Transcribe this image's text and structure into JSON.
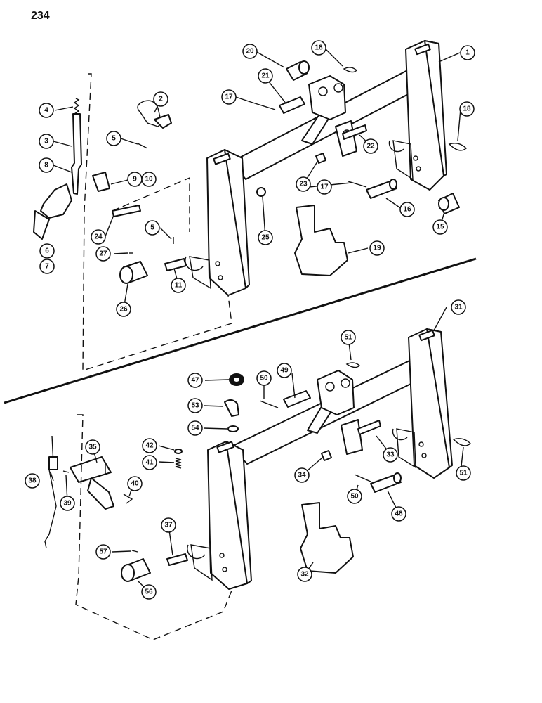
{
  "page_number": "234",
  "callouts": [
    "1",
    "2",
    "3",
    "4",
    "5",
    "5",
    "6",
    "7",
    "8",
    "9",
    "10",
    "11",
    "15",
    "16",
    "17",
    "17",
    "18",
    "18",
    "19",
    "20",
    "21",
    "22",
    "23",
    "24",
    "25",
    "26",
    "27",
    "31",
    "32",
    "33",
    "34",
    "35",
    "37",
    "38",
    "39",
    "40",
    "41",
    "42",
    "47",
    "48",
    "49",
    "50",
    "50",
    "51",
    "51",
    "53",
    "54",
    "56",
    "57"
  ]
}
